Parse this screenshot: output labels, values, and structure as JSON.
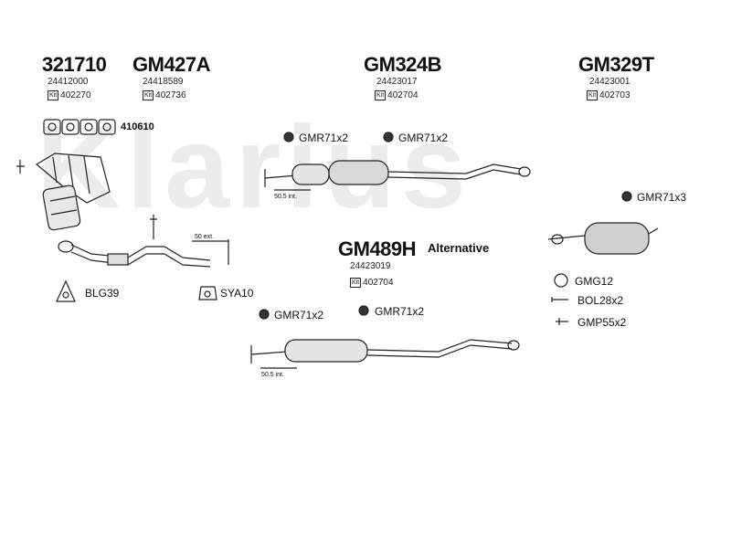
{
  "watermark": "Klarius",
  "groups": [
    {
      "code": "321710",
      "oe": "24412000",
      "kit_tag": "Kit",
      "kit": "402270"
    },
    {
      "code": "GM427A",
      "oe": "24418589",
      "kit_tag": "Kit",
      "kit": "402736"
    },
    {
      "code": "GM324B",
      "oe": "24423017",
      "kit_tag": "Kit",
      "kit": "402704"
    },
    {
      "code": "GM329T",
      "oe": "24423001",
      "kit_tag": "Kit",
      "kit": "402703"
    },
    {
      "code": "GM489H",
      "oe": "24423019",
      "kit_tag": "Kit",
      "kit": "402704"
    }
  ],
  "alternative_label": "Alternative",
  "parts": {
    "gasket": "410610",
    "gmr_a": "GMR71x2",
    "gmr_b": "GMR71x2",
    "gmr_c": "GMR71x3",
    "gmr_d": "GMR71x2",
    "gmr_e": "GMR71x2",
    "blg": "BLG39",
    "sya": "SYA10",
    "gmg": "GMG12",
    "bol": "BOL28x2",
    "gmp": "GMP55x2"
  },
  "dims": {
    "d1": "50.5 int.",
    "d2": "50 ext.",
    "d3": "50.5 int."
  }
}
